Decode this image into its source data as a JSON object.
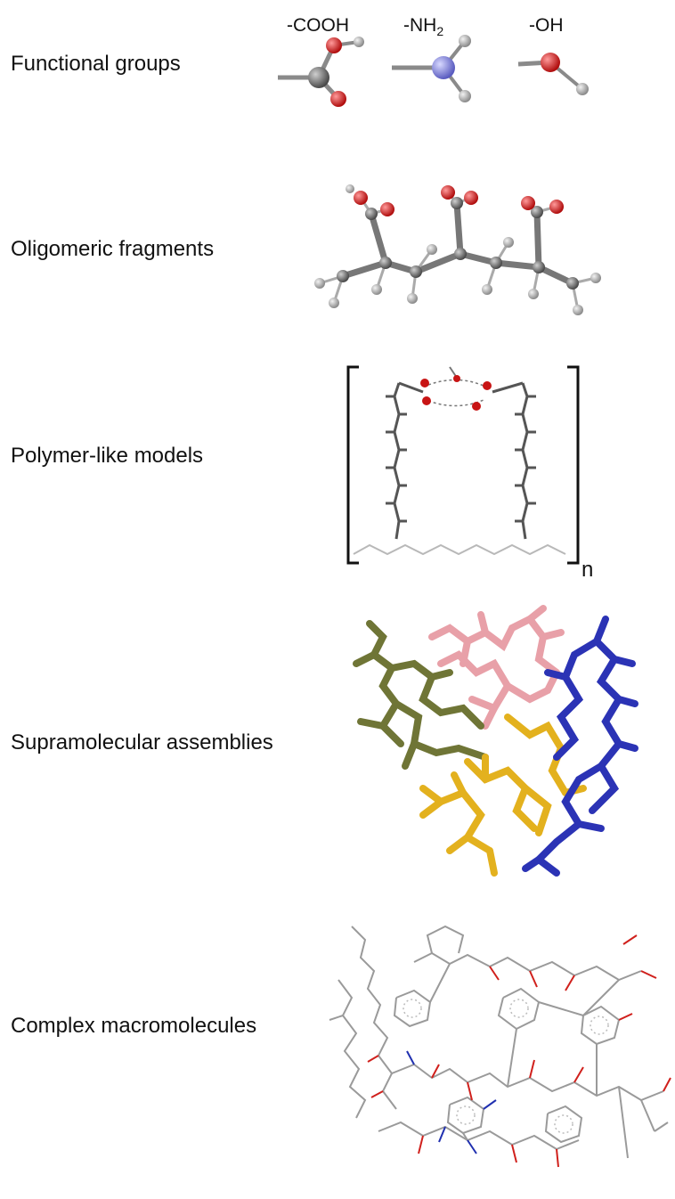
{
  "diagram": {
    "rows": [
      {
        "id": "functional",
        "label": "Functional groups"
      },
      {
        "id": "oligomeric",
        "label": "Oligomeric fragments"
      },
      {
        "id": "polymer",
        "label": "Polymer-like models"
      },
      {
        "id": "supramolecular",
        "label": "Supramolecular assemblies"
      },
      {
        "id": "macro",
        "label": "Complex macromolecules"
      }
    ],
    "functional_groups": {
      "cooh": "-COOH",
      "nh2_prefix": "-NH",
      "nh2_sub": "2",
      "oh": "-OH"
    },
    "polymer_subscript": "n",
    "colors": {
      "carbon": "#5f5f5f",
      "oxygen": "#d81e1e",
      "nitrogen": "#7d7fd6",
      "hydrogen": "#bdbdbd",
      "pink": "#e8a0a8",
      "olive": "#6f7536",
      "gold": "#e3b11e",
      "blue": "#2b33b5",
      "wire_gray": "#9a9a9a",
      "wire_red": "#d0201c",
      "wire_blue": "#2030b0"
    }
  }
}
